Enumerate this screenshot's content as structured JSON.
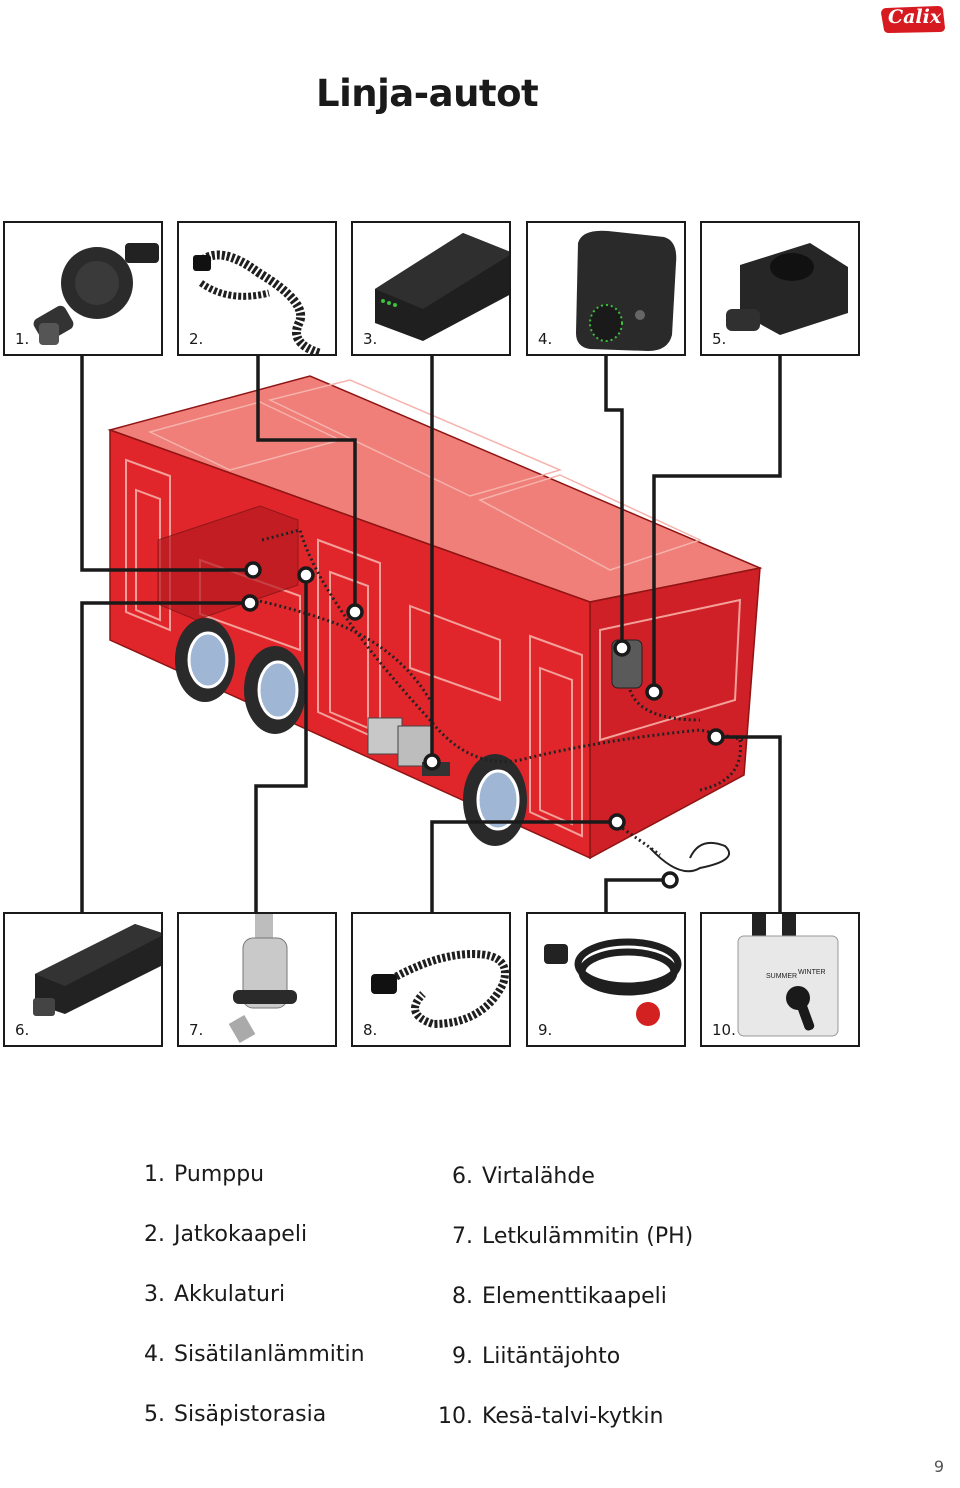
{
  "brand": {
    "logo_text": "Calix",
    "color": "#d71920"
  },
  "title": "Linja-autot",
  "thumbnails_top": [
    {
      "number": "1.",
      "icon": "water-pump-icon"
    },
    {
      "number": "2.",
      "icon": "extension-cable-icon"
    },
    {
      "number": "3.",
      "icon": "battery-charger-icon"
    },
    {
      "number": "4.",
      "icon": "interior-heater-icon"
    },
    {
      "number": "5.",
      "icon": "interior-socket-icon"
    }
  ],
  "thumbnails_bottom": [
    {
      "number": "6.",
      "icon": "power-supply-icon"
    },
    {
      "number": "7.",
      "icon": "hose-heater-icon"
    },
    {
      "number": "8.",
      "icon": "element-cable-icon"
    },
    {
      "number": "9.",
      "icon": "connection-cord-icon"
    },
    {
      "number": "10.",
      "icon": "summer-winter-switch-icon"
    }
  ],
  "switch_labels": {
    "summer": "SUMMER",
    "winter": "WINTER"
  },
  "legend_left": [
    {
      "number": "1.",
      "label": "Pumppu"
    },
    {
      "number": "2.",
      "label": "Jatkokaapeli"
    },
    {
      "number": "3.",
      "label": "Akkulaturi"
    },
    {
      "number": "4.",
      "label": "Sisätilanlämmitin"
    },
    {
      "number": "5.",
      "label": "Sisäpistorasia"
    }
  ],
  "legend_right": [
    {
      "number": "6.",
      "label": "Virtalähde"
    },
    {
      "number": "7.",
      "label": "Letkulämmitin (PH)"
    },
    {
      "number": "8.",
      "label": "Elementtikaapeli"
    },
    {
      "number": "9.",
      "label": "Liitäntäjohto"
    },
    {
      "number": "10.",
      "label": "Kesä-talvi-kytkin"
    }
  ],
  "colors": {
    "bus_red": "#e1262b",
    "bus_light": "#f08a82",
    "line": "#1a1a1a"
  },
  "page_number": "9"
}
